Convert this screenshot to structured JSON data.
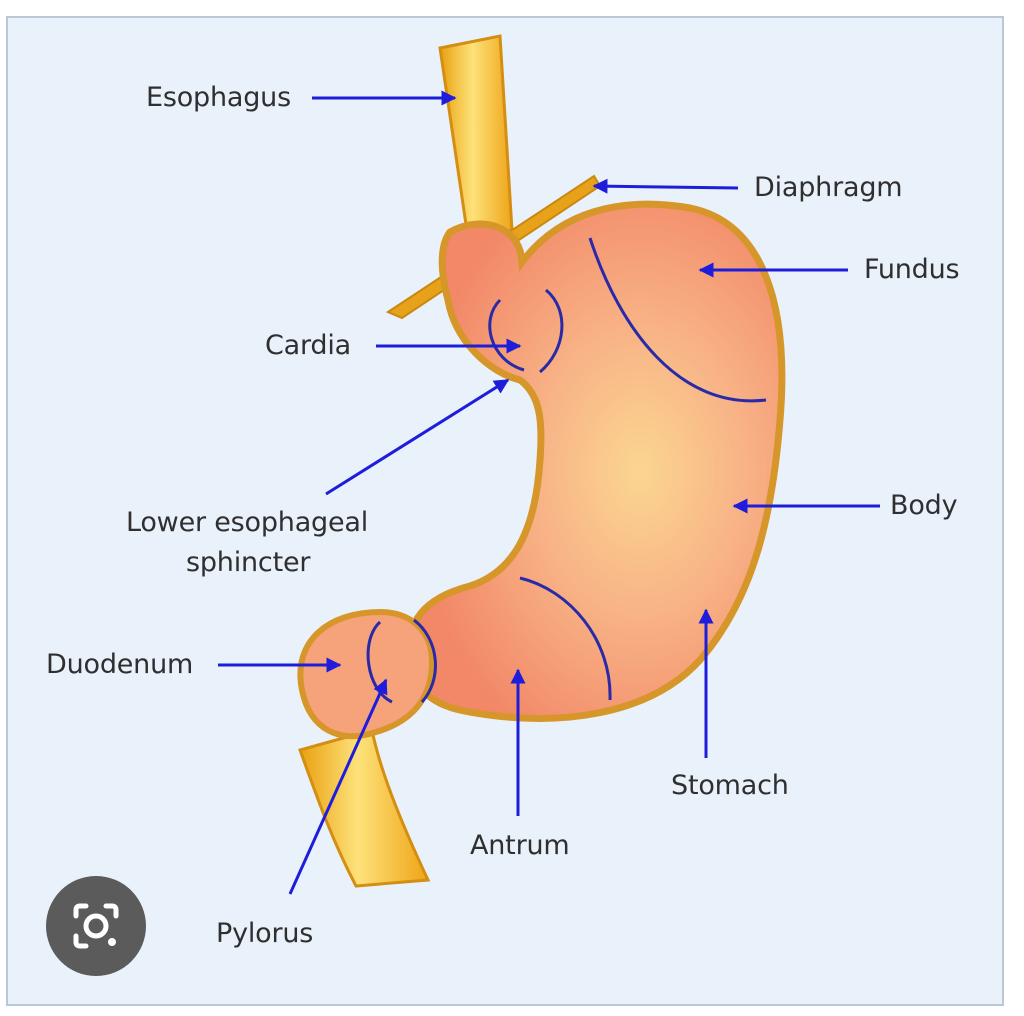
{
  "labels": {
    "esophagus": "Esophagus",
    "diaphragm": "Diaphragm",
    "fundus": "Fundus",
    "cardia": "Cardia",
    "les_line1": "Lower esophageal",
    "les_line2": "sphincter",
    "body": "Body",
    "duodenum": "Duodenum",
    "stomach": "Stomach",
    "antrum": "Antrum",
    "pylorus": "Pylorus"
  },
  "colors": {
    "background": "#e9f2fb",
    "arrow": "#1d1ddb",
    "stomach_fill": "#f4936f",
    "stomach_outline": "#d89a2a",
    "esophagus": "#f3b21c"
  },
  "icons": {
    "lens": "lens-icon"
  }
}
